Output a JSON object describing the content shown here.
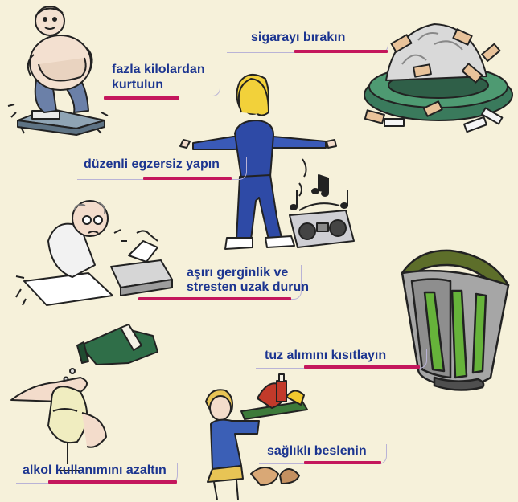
{
  "tips": [
    {
      "text": "fazla kilolardan kurtulun",
      "line1": "fazla kilolardan",
      "line2": "kurtulun"
    },
    {
      "text": "sigarayı bırakın"
    },
    {
      "text": "düzenli egzersiz yapın"
    },
    {
      "text": "aşırı gerginlik ve stresten uzak durun",
      "line1": "aşırı gerginlik ve",
      "line2": "stresten uzak durun"
    },
    {
      "text": "tuz alımını kısıtlayın"
    },
    {
      "text": "alkol kullanımını azaltın"
    },
    {
      "text": "sağlıklı beslenin"
    }
  ],
  "illustrations": [
    "overweight-person-on-scale",
    "cigarette-ashtray",
    "exercising-woman",
    "stressed-worker",
    "radio-music",
    "salt-shaker",
    "alcohol-bottle-glass",
    "woman-carrying-food-tray"
  ],
  "colors": {
    "label_text": "#1c3590",
    "underline_bar": "#c4175c",
    "tag_line": "#b9b3d6",
    "background": "#f6f1da"
  }
}
